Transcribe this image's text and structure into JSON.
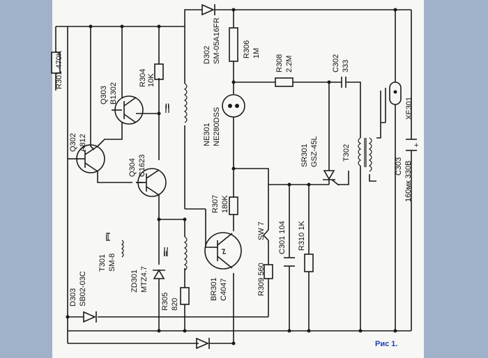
{
  "caption": "Рис 1.",
  "labels": {
    "r301": "R301 470K",
    "q302": "Q302",
    "q302_part": "A812",
    "q303": "Q303",
    "q303_part": "B1302",
    "r304": "R304",
    "r304_val": "10K",
    "q304": "Q304",
    "q304_part": "C1623",
    "t301": "T301",
    "t301_part": "SM-8",
    "zd301": "ZD301",
    "zd301_part": "MTZ4.7",
    "r305": "R305",
    "r305_val": "820",
    "d303": "D303",
    "d303_part": "SB02-03C",
    "d302": "D302",
    "d302_part": "SM-05A16FR",
    "r306": "R306",
    "r306_val": "1M",
    "r308": "R308",
    "r308_val": "2.2M",
    "c302": "C302",
    "c302_val": "333",
    "ne301": "NE301",
    "ne301_part": "NE280DSS",
    "sr301": "SR301",
    "sr301_part": "GSZ-45L",
    "t302": "T302",
    "xe301": "XE301",
    "c303": "C303",
    "c303_val": "160мк  330В",
    "r307": "R307",
    "r307_val": "180K",
    "sw7": "SW 7",
    "c301": "C301 104",
    "r310": "R310 1K",
    "r309": "R309 560",
    "br301": "BR301",
    "br301_part": "C4047",
    "plus": "+",
    "roman_ii_a": "II",
    "roman_i": "I",
    "roman_ii_b": "II"
  }
}
